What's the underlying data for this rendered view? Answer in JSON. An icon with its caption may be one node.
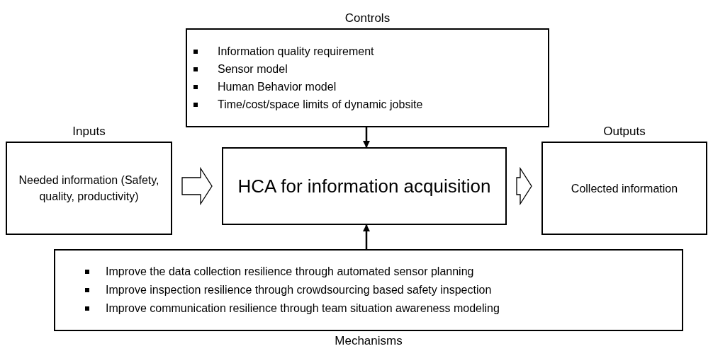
{
  "diagram": {
    "nodes": [
      {
        "text": [
          "Controls",
          "Information quality requirement",
          "Sensor model",
          "Human Behavior model",
          "Time/cost/space limits of dynamic jobsite"
        ]
      },
      {
        "text": [
          "Inputs",
          "Needed information (Safety, quality, productivity)"
        ]
      },
      {
        "text": [
          "HCA for information acquisition"
        ]
      },
      {
        "text": [
          "Outputs",
          "Collected information"
        ]
      },
      {
        "text": [
          "Improve the data collection resilience through automated sensor planning",
          "Improve inspection resilience through crowdsourcing based safety inspection",
          "Improve communication resilience through team situation awareness modeling",
          "Mechanisms"
        ]
      }
    ],
    "edges": [
      {
        "from": 0,
        "to": 2,
        "arrow": "to"
      },
      {
        "from": 1,
        "to": 2,
        "arrow": "to",
        "style": "thick"
      },
      {
        "from": 2,
        "to": 3,
        "arrow": "to",
        "style": "thick"
      },
      {
        "from": 4,
        "to": 2,
        "arrow": "to"
      }
    ]
  }
}
